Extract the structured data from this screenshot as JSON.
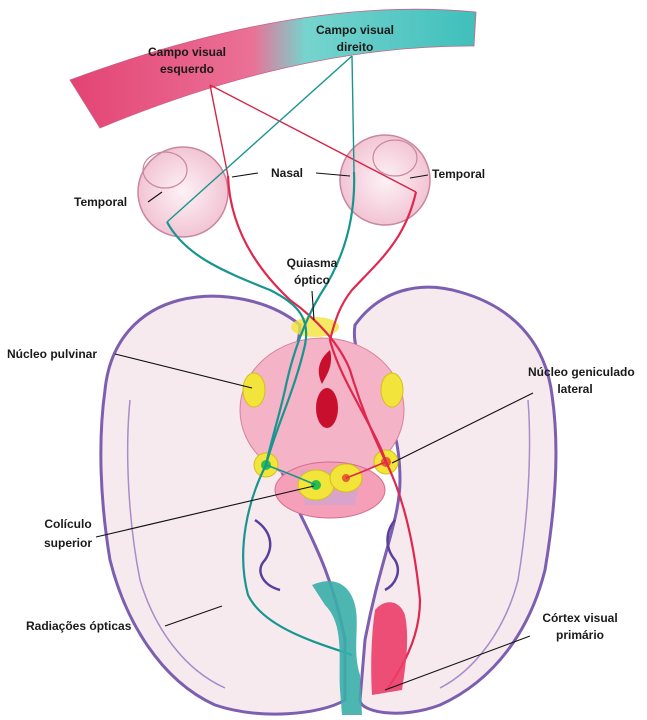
{
  "labels": {
    "left_field_line1": "Campo visual",
    "left_field_line2": "esquerdo",
    "right_field_line1": "Campo visual",
    "right_field_line2": "direito",
    "temporal_left": "Temporal",
    "nasal": "Nasal",
    "temporal_right": "Temporal",
    "chiasm_line1": "Quiasma",
    "chiasm_line2": "óptico",
    "pulvinar": "Núcleo pulvinar",
    "lgn_line1": "Núcleo geniculado",
    "lgn_line2": "lateral",
    "colliculus_line1": "Colículo",
    "colliculus_line2": "superior",
    "radiations": "Radiações ópticas",
    "cortex_line1": "Córtex visual",
    "cortex_line2": "primário"
  },
  "colors": {
    "left_field": "#e8386f",
    "right_field": "#3ec1bf",
    "left_pathway": "#e0284f",
    "right_pathway": "#18958f",
    "brain_outline": "#7d5fb0",
    "brain_fill": "#f3e6ec",
    "nucleus": "#f2e43a",
    "midbrain": "#f3a7bf"
  }
}
